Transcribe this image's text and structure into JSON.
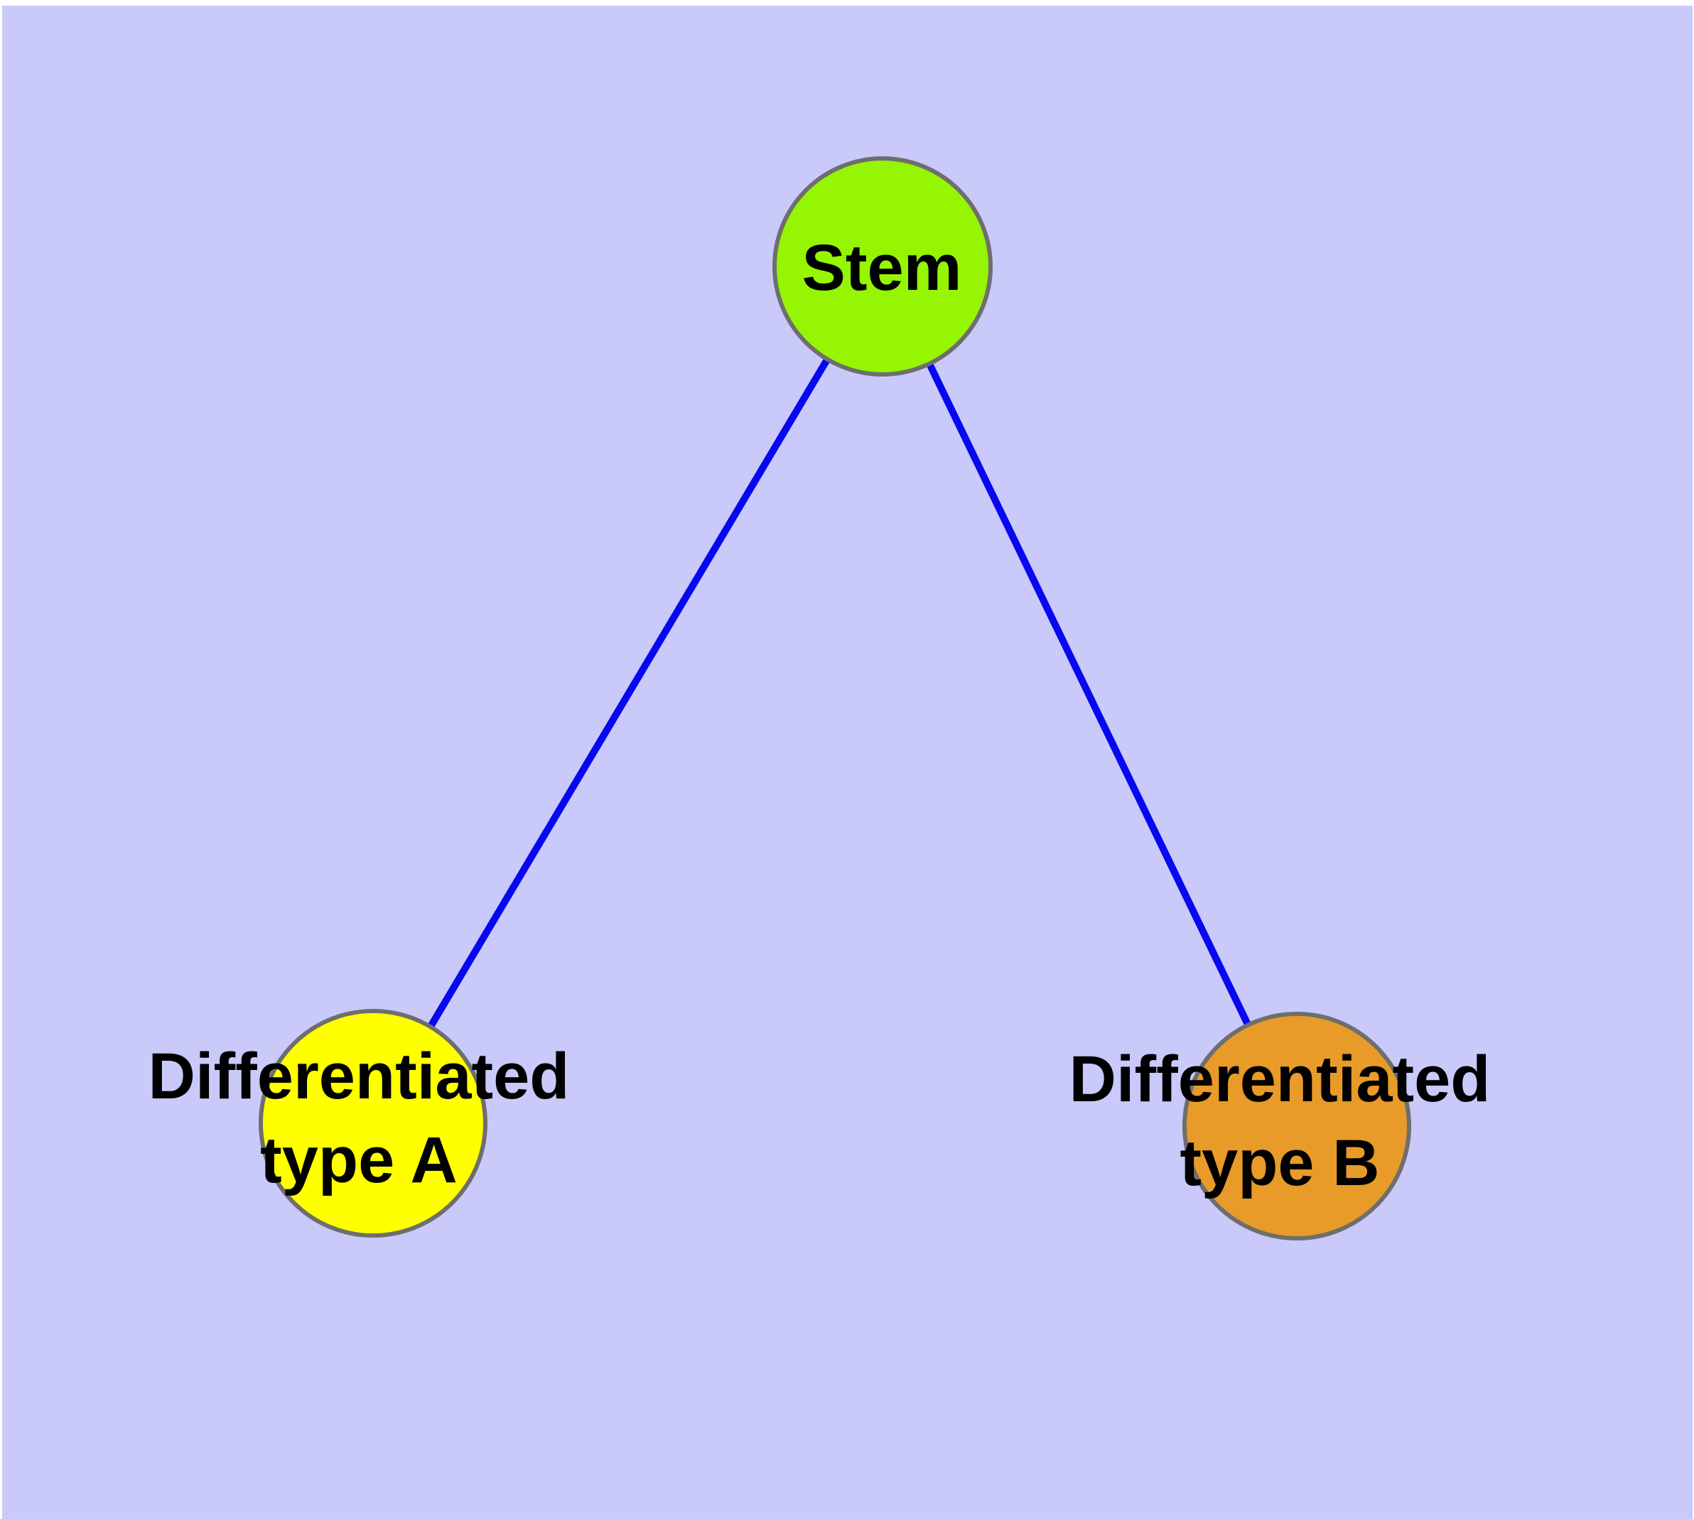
{
  "diagram": {
    "type": "node-link-graph",
    "background_color": "#C9C9FA",
    "node_border_color": "#6E6E6E",
    "nodes": {
      "stem": {
        "id": "stem",
        "label": "Stem",
        "fill_color": "#95F502"
      },
      "type_a": {
        "id": "type_a",
        "label": "Differentiated\ntype A",
        "fill_color": "#FFFF00"
      },
      "type_b": {
        "id": "type_b",
        "label": "Differentiated\ntype B",
        "fill_color": "#E89B28"
      }
    },
    "edges": {
      "color": "#0707F0",
      "list": [
        {
          "from": "Stem",
          "to": "Differentiated type A"
        },
        {
          "from": "Stem",
          "to": "Differentiated type B"
        }
      ]
    }
  }
}
